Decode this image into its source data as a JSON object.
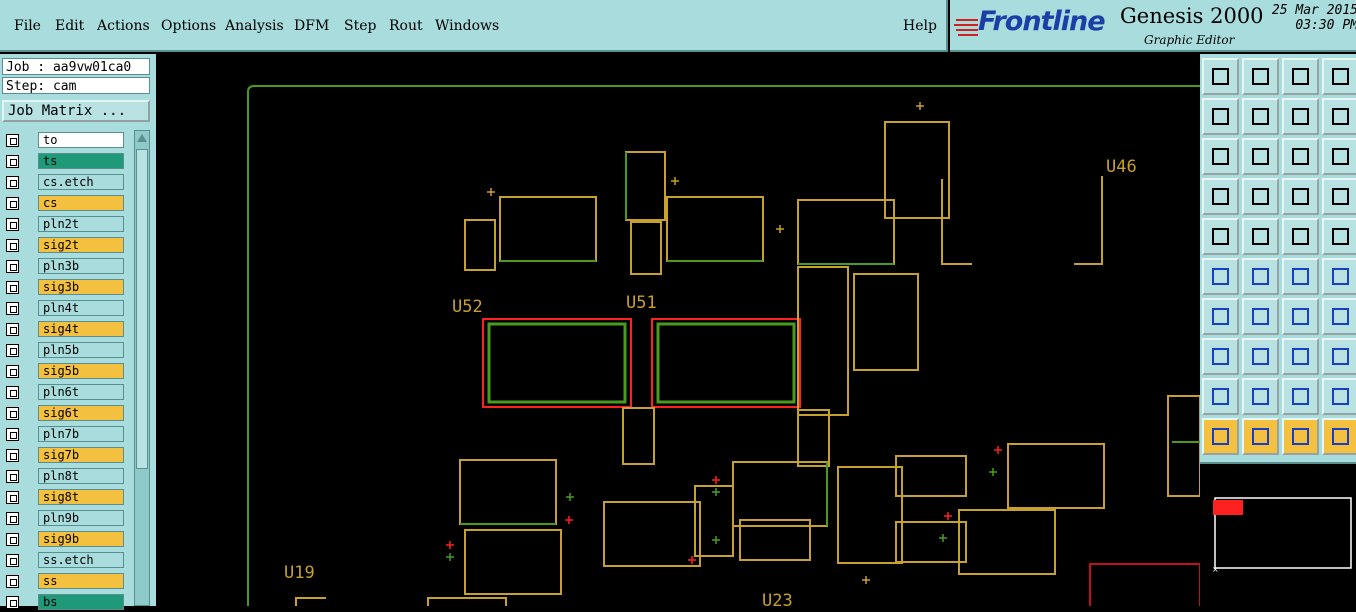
{
  "menu": [
    "File",
    "Edit",
    "Actions",
    "Options",
    "Analysis",
    "DFM",
    "Step",
    "Rout",
    "Windows"
  ],
  "help": "Help",
  "brand": {
    "logo": "Frontline",
    "title": "Genesis 2000",
    "subtitle": "Graphic Editor",
    "date": "25 Mar 2015",
    "time": "03:30 PM"
  },
  "job": {
    "job_line": "Job : aa9vw01ca0",
    "step_line": "Step: cam",
    "matrix_button": "Job Matrix ..."
  },
  "layers": [
    {
      "name": "to",
      "color": "#ffffff"
    },
    {
      "name": "ts",
      "color": "#1f9a78"
    },
    {
      "name": "cs.etch",
      "color": "#a9dcdc"
    },
    {
      "name": "cs",
      "color": "#f4c040"
    },
    {
      "name": "pln2t",
      "color": "#a9dcdc"
    },
    {
      "name": "sig2t",
      "color": "#f4c040"
    },
    {
      "name": "pln3b",
      "color": "#a9dcdc"
    },
    {
      "name": "sig3b",
      "color": "#f4c040"
    },
    {
      "name": "pln4t",
      "color": "#a9dcdc"
    },
    {
      "name": "sig4t",
      "color": "#f4c040"
    },
    {
      "name": "pln5b",
      "color": "#a9dcdc"
    },
    {
      "name": "sig5b",
      "color": "#f4c040"
    },
    {
      "name": "pln6t",
      "color": "#a9dcdc"
    },
    {
      "name": "sig6t",
      "color": "#f4c040"
    },
    {
      "name": "pln7b",
      "color": "#a9dcdc"
    },
    {
      "name": "sig7b",
      "color": "#f4c040"
    },
    {
      "name": "pln8t",
      "color": "#a9dcdc"
    },
    {
      "name": "sig8t",
      "color": "#f4c040"
    },
    {
      "name": "pln9b",
      "color": "#a9dcdc"
    },
    {
      "name": "sig9b",
      "color": "#f4c040"
    },
    {
      "name": "ss.etch",
      "color": "#a9dcdc"
    },
    {
      "name": "ss",
      "color": "#f4c040"
    },
    {
      "name": "bs",
      "color": "#1f9a78"
    }
  ],
  "designators": [
    "U46",
    "U52",
    "U51",
    "U19",
    "U23"
  ],
  "colors": {
    "panel": "#a9dcdc",
    "copper": "#c8a030",
    "mask": "#4a9a20",
    "highlight": "#ff2020"
  },
  "tool_icons": [
    "zoom-home-icon",
    "zoom-in-icon",
    "home-icon",
    "grid-window-icon",
    "pan-left-icon",
    "pan-right-icon",
    "zoom-fit-icon",
    "snap-icon",
    "zoom-extent-icon",
    "zoom-center-icon",
    "scale-1-2-icon",
    "help-icon",
    "settings-icon",
    "grid-icon",
    "layers-red-icon",
    "layers-red2-icon",
    "camera-icon",
    "shape-icon",
    "ruler-icon",
    "pad-icon",
    "route-icon",
    "cross-icon",
    "line-point-icon",
    "line-point2-icon",
    "angle-icon",
    "measure-icon",
    "undo-arc-icon",
    "flip-icon",
    "move-icon",
    "dash-icon",
    "align-icon",
    "group-icon",
    "triangle-icon",
    "triangle2-icon",
    "arch-icon",
    "arch2-icon",
    "select-icon",
    "select-box-icon",
    "select-round-icon",
    "select-tree-icon"
  ]
}
